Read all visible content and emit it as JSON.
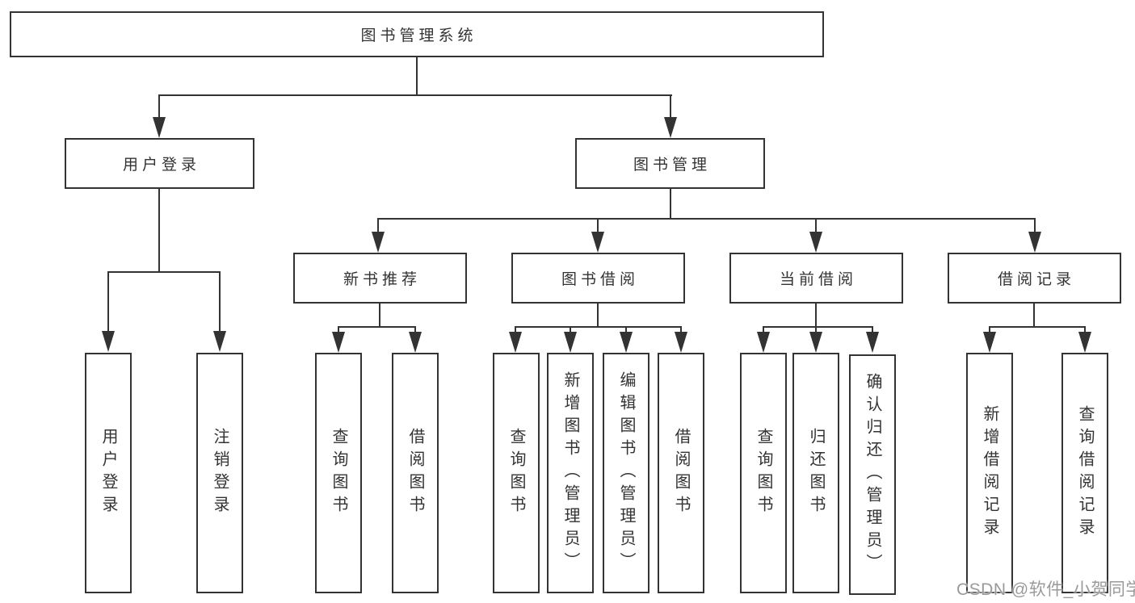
{
  "diagram": {
    "root": {
      "label": "图书管理系统"
    },
    "level2": [
      {
        "label": "用户登录"
      },
      {
        "label": "图书管理"
      }
    ],
    "level3": [
      {
        "label": "新书推荐"
      },
      {
        "label": "图书借阅"
      },
      {
        "label": "当前借阅"
      },
      {
        "label": "借阅记录"
      }
    ],
    "leaves": {
      "user_login": [
        "用户登录",
        "注销登录"
      ],
      "new_book": [
        "查询图书",
        "借阅图书"
      ],
      "book_borrow": [
        "查询图书",
        "新增图书（管理员）",
        "编辑图书（管理员）",
        "借阅图书"
      ],
      "current_borrow": [
        "查询图书",
        "归还图书",
        "确认归还（管理员）"
      ],
      "borrow_records": [
        "新增借阅记录",
        "查询借阅记录"
      ]
    }
  },
  "watermark": {
    "text": "CSDN @软件_小贺同学",
    "color": "#9a9a9a"
  },
  "colors": {
    "line": "#333333",
    "text": "#333333",
    "background": "#ffffff"
  }
}
